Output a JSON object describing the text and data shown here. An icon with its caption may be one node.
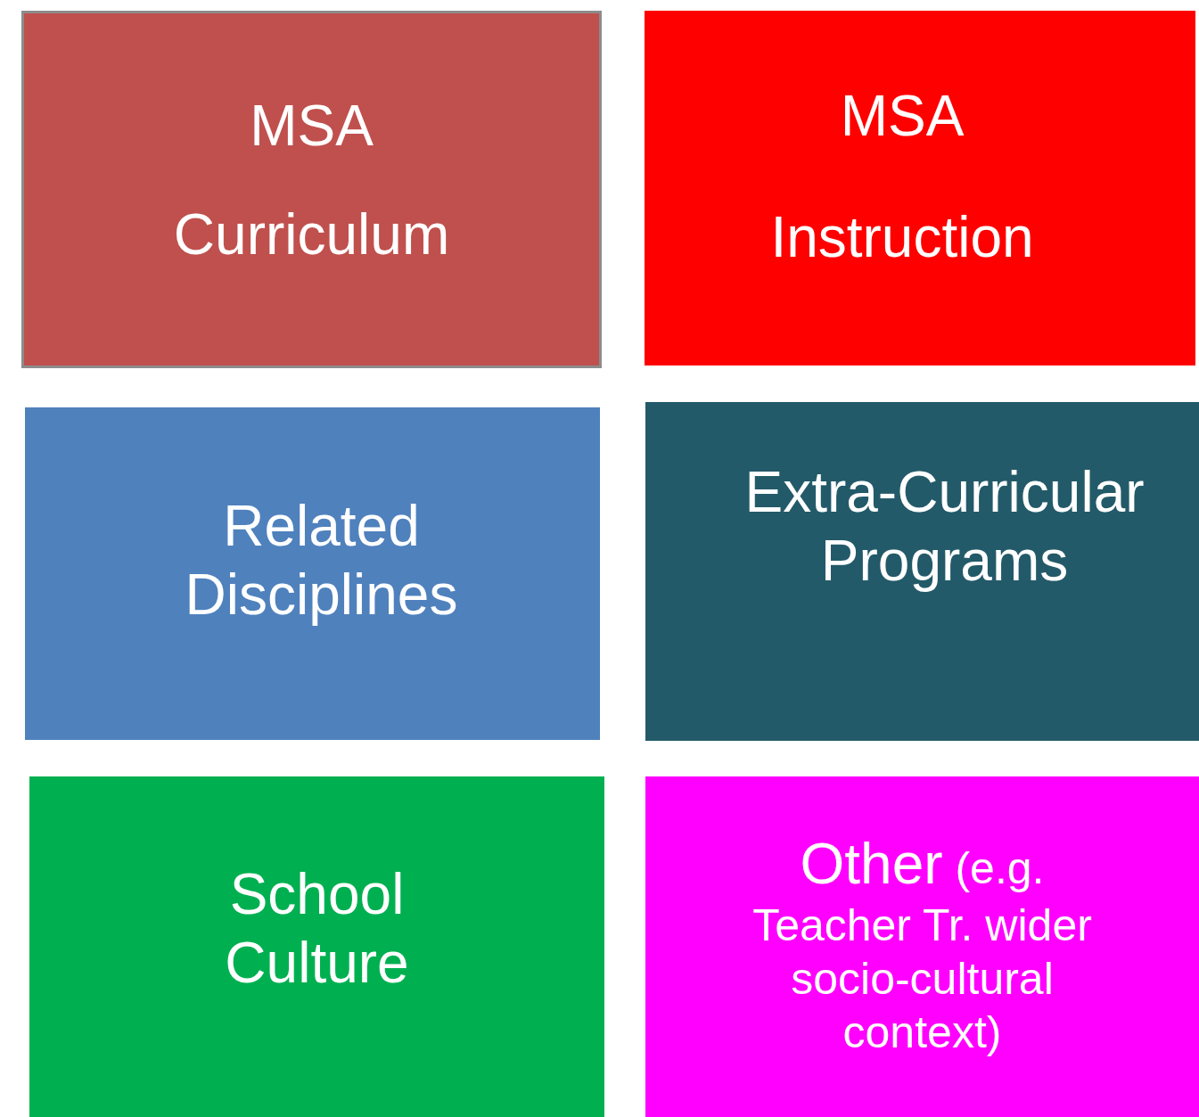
{
  "diagram": {
    "nodes": [
      {
        "text": [
          "MSA",
          "Curriculum"
        ]
      },
      {
        "text": [
          "MSA",
          "Instruction"
        ]
      },
      {
        "text": [
          "Related Disciplines"
        ]
      },
      {
        "text": [
          "Extra-Curricular Programs"
        ]
      },
      {
        "text": [
          "School Culture"
        ]
      },
      {
        "text": [
          "Other",
          "(e.g. Teacher Tr. wider socio-cultural context)"
        ]
      }
    ]
  }
}
